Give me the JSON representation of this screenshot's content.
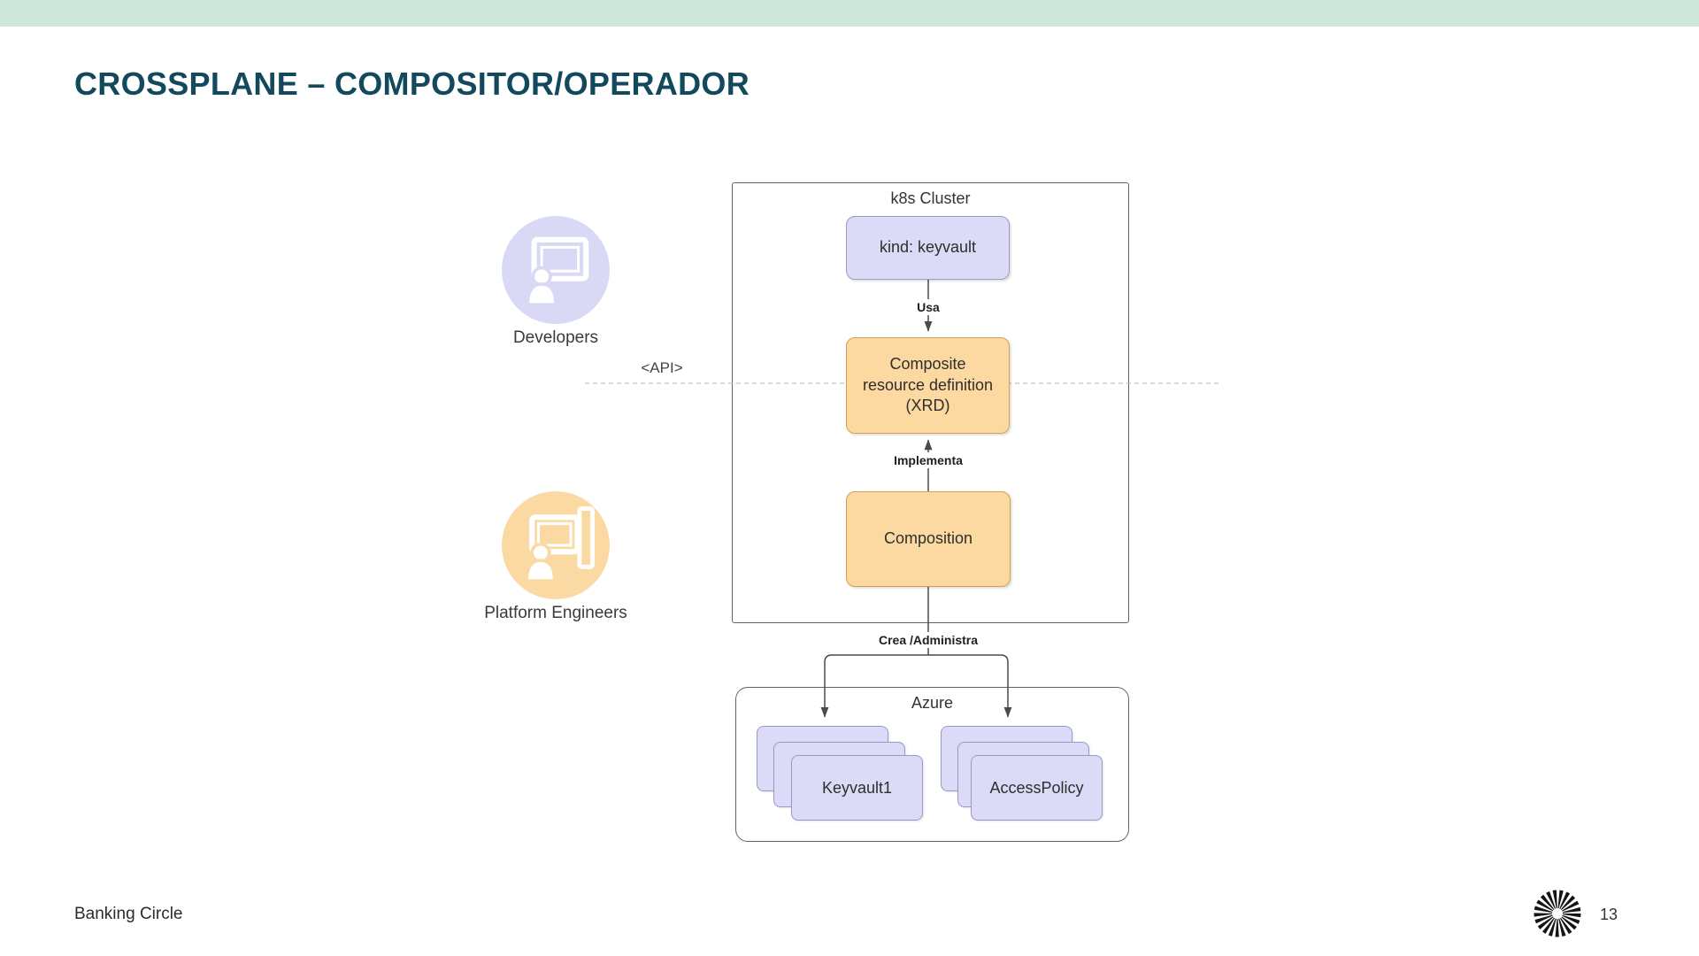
{
  "slide": {
    "title": "CROSSPLANE – COMPOSITOR/OPERADOR",
    "footer_company": "Banking Circle",
    "page_number": "13"
  },
  "actors": {
    "developers": "Developers",
    "platform_engineers": "Platform Engineers"
  },
  "api_label": "<API>",
  "k8s": {
    "title": "k8s Cluster",
    "kind_node": "kind: keyvault",
    "xrd_lines": [
      "Composite",
      "resource definition",
      "(XRD)"
    ],
    "composition_node": "Composition",
    "edge_usa": "Usa",
    "edge_implementa": "Implementa",
    "edge_crea": "Crea /Administra"
  },
  "azure": {
    "title": "Azure",
    "keyvault_label": "Keyvault1",
    "accesspolicy_label": "AccessPolicy"
  },
  "icons": {
    "developers_icon": "person-at-whiteboard-icon",
    "platform_engineers_icon": "person-at-whiteboard-icon",
    "logo_icon": "sunburst-logo-icon"
  },
  "colors": {
    "top_bar": "#cde8db",
    "title": "#12495c",
    "node_lavender": "#dbdbf8",
    "node_lavender_border": "#9a9ac8",
    "node_orange": "#fcd9a0",
    "node_orange_border": "#d1a156",
    "container_border": "#636363",
    "connector": "#4a4a4a"
  }
}
